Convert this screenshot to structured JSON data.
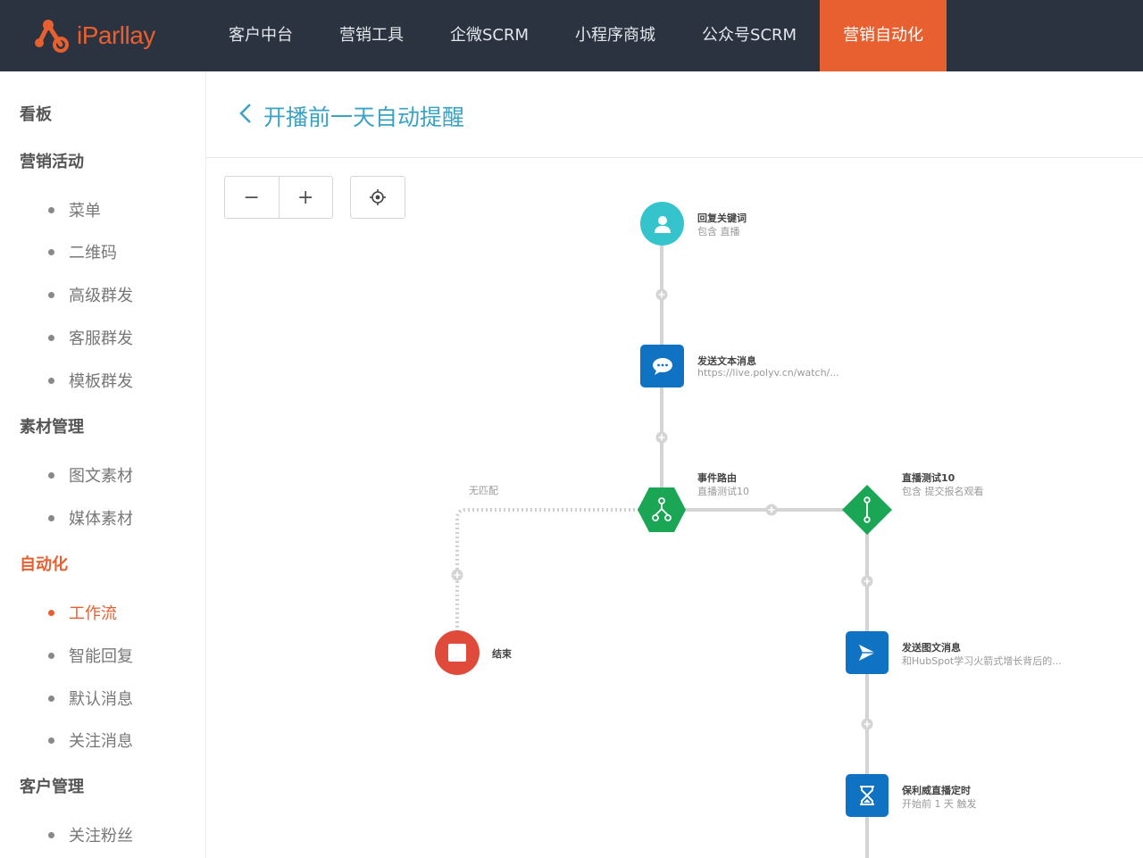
{
  "brand": {
    "name": "iParllay",
    "accent": "#e8602f"
  },
  "nav": {
    "items": [
      {
        "label": "客户中台"
      },
      {
        "label": "营销工具"
      },
      {
        "label": "企微SCRM"
      },
      {
        "label": "小程序商城"
      },
      {
        "label": "公众号SCRM"
      },
      {
        "label": "营销自动化",
        "active": true
      }
    ]
  },
  "sidebar": {
    "sections": [
      {
        "label": "看板"
      },
      {
        "label": "营销活动",
        "items": [
          "菜单",
          "二维码",
          "高级群发",
          "客服群发",
          "模板群发"
        ]
      },
      {
        "label": "素材管理",
        "items": [
          "图文素材",
          "媒体素材"
        ]
      },
      {
        "label": "自动化",
        "active": true,
        "items": [
          "工作流",
          "智能回复",
          "默认消息",
          "关注消息"
        ],
        "active_item": "工作流"
      },
      {
        "label": "客户管理",
        "items": [
          "关注粉丝"
        ]
      }
    ]
  },
  "page": {
    "title": "开播前一天自动提醒",
    "back_icon": "chevron-left-icon"
  },
  "toolbar": {
    "zoom_out": "−",
    "zoom_in": "+",
    "center_icon": "locate-icon"
  },
  "workflow": {
    "nodes": [
      {
        "id": "trigger",
        "title": "回复关键词",
        "subtitle": "包含 直播",
        "icon": "user-icon",
        "color": "#36c4cc"
      },
      {
        "id": "send-text",
        "title": "发送文本消息",
        "subtitle": "https://live.polyv.cn/watch/...",
        "icon": "chat-icon",
        "color": "#0f72c2"
      },
      {
        "id": "router",
        "title": "事件路由",
        "subtitle": "直播测试10",
        "icon": "branch-icon",
        "color": "#1aa655"
      },
      {
        "id": "condition",
        "title": "直播测试10",
        "subtitle": "包含 提交报名观看",
        "icon": "path-icon",
        "color": "#1aa655"
      },
      {
        "id": "end",
        "title": "结束",
        "subtitle": "",
        "icon": "stop-icon",
        "color": "#e04a3a"
      },
      {
        "id": "send-news",
        "title": "发送图文消息",
        "subtitle": "和HubSpot学习火箭式增长背后的...",
        "icon": "paper-plane-icon",
        "color": "#0f72c2"
      },
      {
        "id": "timer",
        "title": "保利威直播定时",
        "subtitle": "开始前 1 天 触发",
        "icon": "hourglass-icon",
        "color": "#0f72c2"
      }
    ],
    "no_match_label": "无匹配"
  }
}
